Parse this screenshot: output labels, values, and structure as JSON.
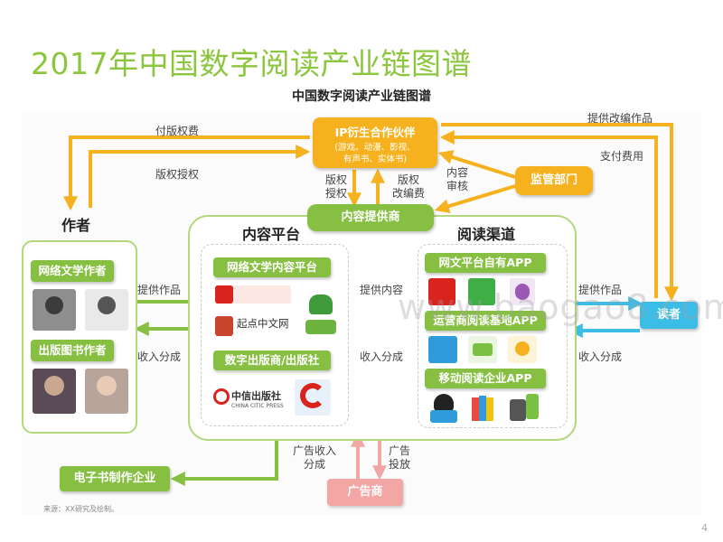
{
  "title": "2017年中国数字阅读产业链图谱",
  "subtitle": "中国数字阅读产业链图谱",
  "ip_partner": {
    "title": "IP衍生合作伙伴",
    "line1": "(游戏、动漫、影视、",
    "line2": "有声书、实体书)"
  },
  "regulator": "监管部门",
  "content_provider": "内容提供商",
  "content_platform": {
    "title": "内容平台",
    "web_lit_platform": "网络文学内容平台",
    "publisher": "数字出版商/出版社",
    "logos": [
      "起点中文网",
      "中信出版社",
      "CHINA CITIC PRESS"
    ]
  },
  "reading_channel": {
    "title": "阅读渠道",
    "own_app": "网文平台自有APP",
    "telecom_app": "运营商阅读基地APP",
    "mobile_app": "移动阅读企业APP"
  },
  "author": {
    "title": "作者",
    "web_author": "网络文学作者",
    "book_author": "出版图书作者"
  },
  "reader": "读者",
  "ebook_maker": "电子书制作企业",
  "ad_agency": "广告商",
  "flows": {
    "pay_copyright_fee": "付版权费",
    "copyright_license": "版权授权",
    "provide_adapted_works": "提供改编作品",
    "pay_fee": "支付费用",
    "copyright_license_2a": "版权",
    "copyright_license_2b": "授权",
    "copyright_adapt_fee_a": "版权",
    "copyright_adapt_fee_b": "改编费",
    "content_review_a": "内容",
    "content_review_b": "审核",
    "provide_works_1": "提供作品",
    "revenue_share_1": "收入分成",
    "provide_content": "提供内容",
    "revenue_share_2": "收入分成",
    "provide_works_2": "提供作品",
    "revenue_share_3": "收入分成",
    "ad_revenue_share_a": "广告收入",
    "ad_revenue_share_b": "分成",
    "ad_placement_a": "广告",
    "ad_placement_b": "投放"
  },
  "watermark": "www.baogao8.com",
  "source": "来源：XX研究及绘制。",
  "page_number": "4",
  "colors": {
    "title_green": "#8cc63f",
    "box_green": "#86bf41",
    "orange": "#f5b21e",
    "blue": "#3bbde8",
    "pink": "#f3a7a4",
    "panel_border": "#b5d67a"
  }
}
